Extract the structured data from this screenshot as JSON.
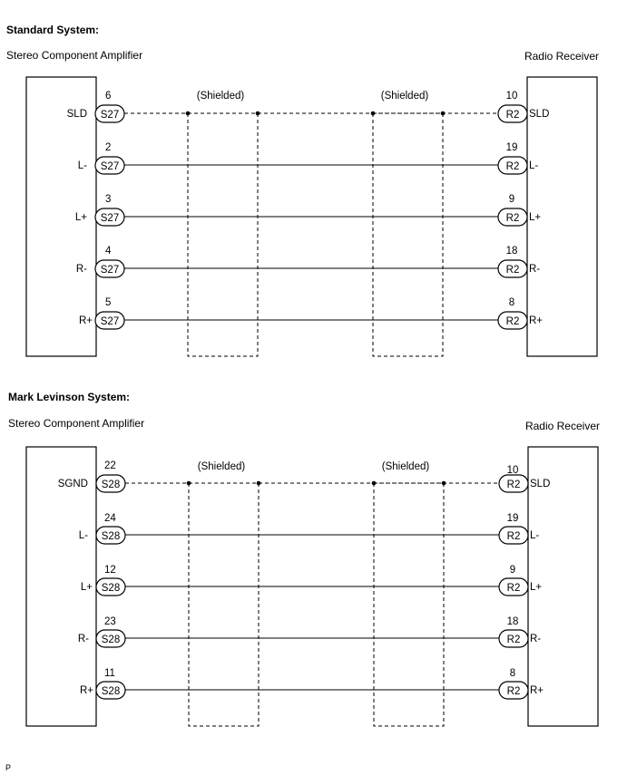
{
  "sections": [
    {
      "heading": "Standard System:",
      "left_component": "Stereo Component Amplifier",
      "right_component": "Radio Receiver",
      "shield_label": "(Shielded)",
      "left_connector": "S27",
      "right_connector": "R2",
      "wires": [
        {
          "left_signal": "SLD",
          "left_pin": "6",
          "right_pin": "10",
          "right_signal": "SLD",
          "shielded": true
        },
        {
          "left_signal": "L-",
          "left_pin": "2",
          "right_pin": "19",
          "right_signal": "L-",
          "shielded": false
        },
        {
          "left_signal": "L+",
          "left_pin": "3",
          "right_pin": "9",
          "right_signal": "L+",
          "shielded": false
        },
        {
          "left_signal": "R-",
          "left_pin": "4",
          "right_pin": "18",
          "right_signal": "R-",
          "shielded": false
        },
        {
          "left_signal": "R+",
          "left_pin": "5",
          "right_pin": "8",
          "right_signal": "R+",
          "shielded": false
        }
      ]
    },
    {
      "heading": "Mark Levinson System:",
      "left_component": "Stereo Component Amplifier",
      "right_component": "Radio Receiver",
      "shield_label": "(Shielded)",
      "left_connector": "S28",
      "right_connector": "R2",
      "wires": [
        {
          "left_signal": "SGND",
          "left_pin": "22",
          "right_pin": "10",
          "right_signal": "SLD",
          "shielded": true
        },
        {
          "left_signal": "L-",
          "left_pin": "24",
          "right_pin": "19",
          "right_signal": "L-",
          "shielded": false
        },
        {
          "left_signal": "L+",
          "left_pin": "12",
          "right_pin": "9",
          "right_signal": "L+",
          "shielded": false
        },
        {
          "left_signal": "R-",
          "left_pin": "23",
          "right_pin": "18",
          "right_signal": "R-",
          "shielded": false
        },
        {
          "left_signal": "R+",
          "left_pin": "11",
          "right_pin": "8",
          "right_signal": "R+",
          "shielded": false
        }
      ]
    }
  ],
  "footer_code": "P"
}
